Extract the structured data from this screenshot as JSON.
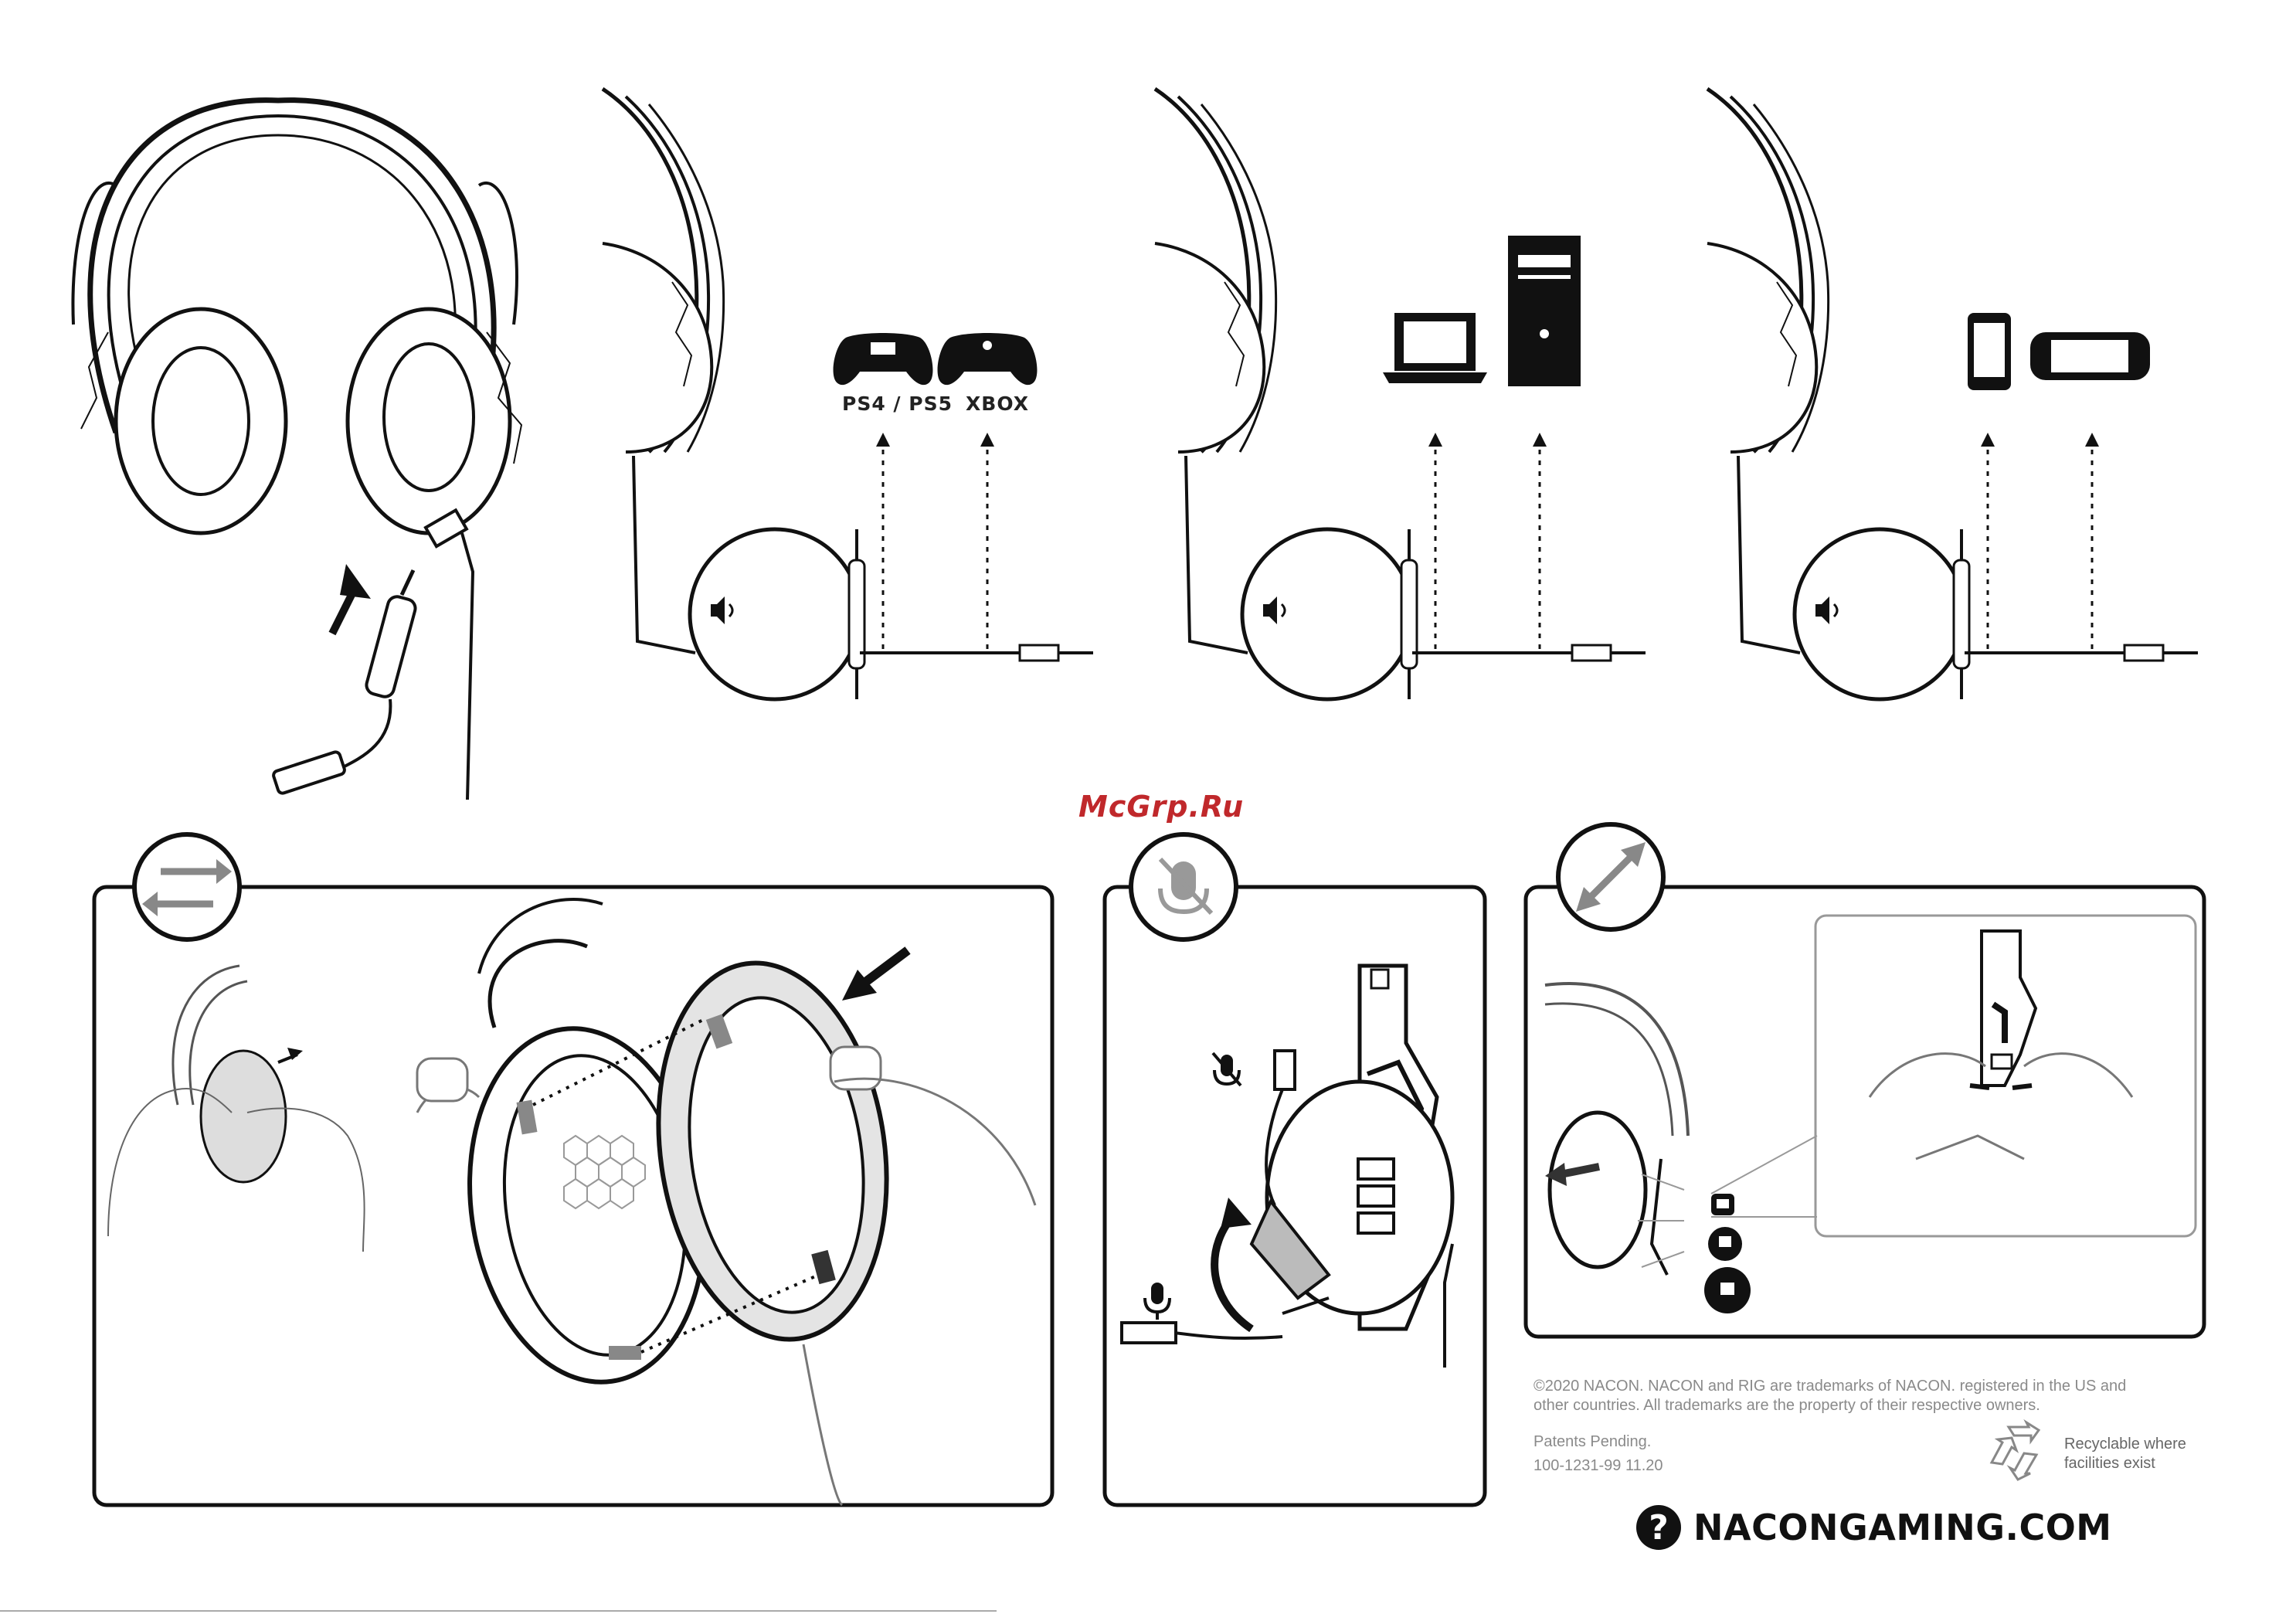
{
  "platform_labels": {
    "ps": "PS4 / PS5",
    "xbox": "XBOX"
  },
  "watermark": "McGrp.Ru",
  "legal": {
    "copyright_line1": "©2020 NACON. NACON and RIG are trademarks of NACON. registered in the US and",
    "copyright_line2": "other countries. All trademarks are the property of their respective owners.",
    "patents": "Patents Pending.",
    "part_number": "100-1231-99 11.20",
    "recycle_line1": "Recyclable where",
    "recycle_line2": "facilities exist"
  },
  "help": {
    "symbol": "?",
    "website": "NACONGAMING.COM"
  },
  "icons": {
    "swap": "swap-arrows-icon",
    "mute": "mic-mute-icon",
    "resize": "resize-arrow-icon",
    "volume": "speaker-icon",
    "recycle": "recycle-icon",
    "gamepad": "gamepad-icon",
    "laptop": "laptop-icon",
    "tower": "desktop-tower-icon",
    "phone": "smartphone-icon",
    "switch": "handheld-console-icon"
  }
}
